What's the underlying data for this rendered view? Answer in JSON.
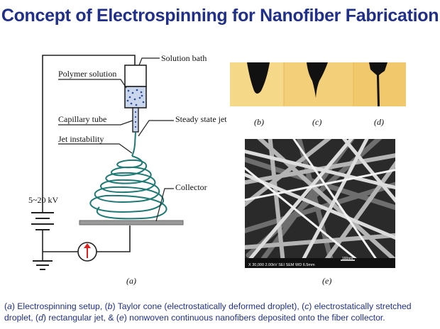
{
  "title": "Concept of Electrospinning for Nanofiber Fabrication",
  "setup": {
    "labels": {
      "solution_bath": "Solution bath",
      "polymer_solution": "Polymer solution",
      "capillary_tube": "Capillary tube",
      "steady_state_jet": "Steady state jet",
      "jet_instability": "Jet instability",
      "voltage": "5~20 kV",
      "collector": "Collector"
    },
    "panel_label": "(a)"
  },
  "photos": {
    "b": "(b)",
    "c": "(c)",
    "d": "(d)",
    "e": "(e)",
    "sem_scalebar": "160nm",
    "sem_info": "X 30,000   2.00kV SEI   SEM   WD 6.5mm"
  },
  "caption": {
    "a_letter": "a",
    "a_text": "Electrospinning setup,",
    "b_letter": "b",
    "b_text": "Taylor cone (electrostatically deformed droplet),",
    "c_letter": "c",
    "c_text": "electrostatically stretched droplet,",
    "d_letter": "d",
    "d_text": "rectangular jet, &",
    "e_letter": "e",
    "e_text": "nonwoven continuous nanofibers deposited onto the fiber collector."
  },
  "colors": {
    "title": "#1f2f8a",
    "jet": "#1e7a74",
    "photo_bg": "#f3cf7a",
    "sem_bg": "#2a2a2a"
  }
}
